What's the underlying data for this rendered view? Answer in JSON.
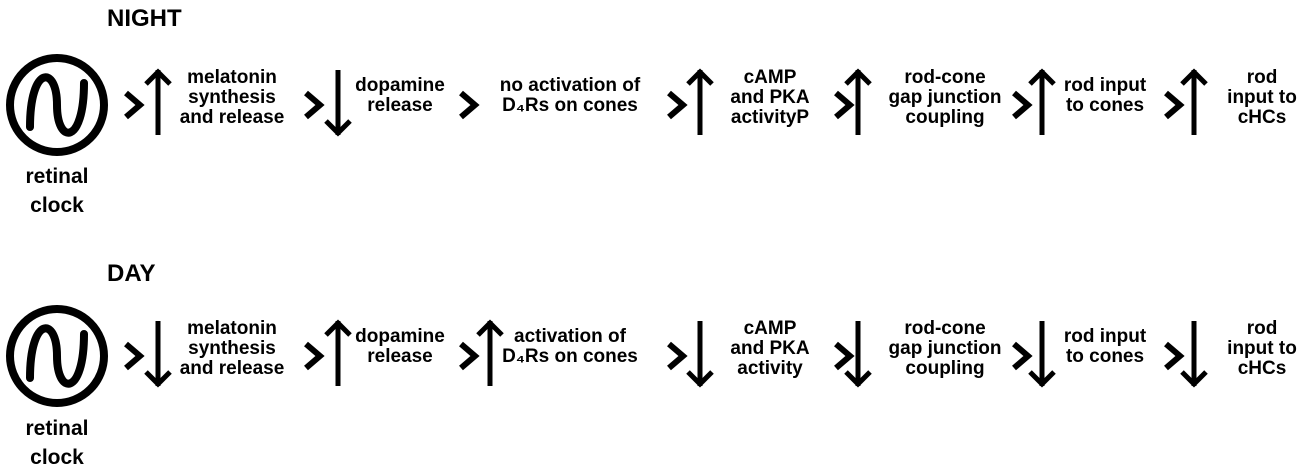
{
  "night": {
    "title": "NIGHT",
    "clock_label": [
      "retinal",
      "clock"
    ],
    "steps": [
      {
        "direction": "up",
        "label": [
          "melatonin",
          "synthesis",
          "and release"
        ]
      },
      {
        "direction": "down",
        "label": [
          "dopamine",
          "release"
        ]
      },
      {
        "direction": "none",
        "label": [
          "no activation of",
          "D₄Rs on cones"
        ]
      },
      {
        "direction": "up",
        "label": [
          "cAMP",
          "and PKA",
          "activityP"
        ]
      },
      {
        "direction": "up",
        "label": [
          "rod-cone",
          "gap junction",
          "coupling"
        ]
      },
      {
        "direction": "up",
        "label": [
          "rod input",
          "to cones"
        ]
      },
      {
        "direction": "up",
        "label": [
          "rod",
          "input to",
          "cHCs"
        ]
      }
    ]
  },
  "day": {
    "title": "DAY",
    "clock_label": [
      "retinal",
      "clock"
    ],
    "steps": [
      {
        "direction": "down",
        "label": [
          "melatonin",
          "synthesis",
          "and release"
        ]
      },
      {
        "direction": "up",
        "label": [
          "dopamine",
          "release"
        ]
      },
      {
        "direction": "up",
        "label": [
          "activation of",
          "D₄Rs on cones"
        ]
      },
      {
        "direction": "down",
        "label": [
          "cAMP",
          "and PKA",
          "activity"
        ]
      },
      {
        "direction": "down",
        "label": [
          "rod-cone",
          "gap junction",
          "coupling"
        ]
      },
      {
        "direction": "down",
        "label": [
          "rod input",
          "to cones"
        ]
      },
      {
        "direction": "down",
        "label": [
          "rod",
          "input to",
          "cHCs"
        ]
      }
    ]
  }
}
